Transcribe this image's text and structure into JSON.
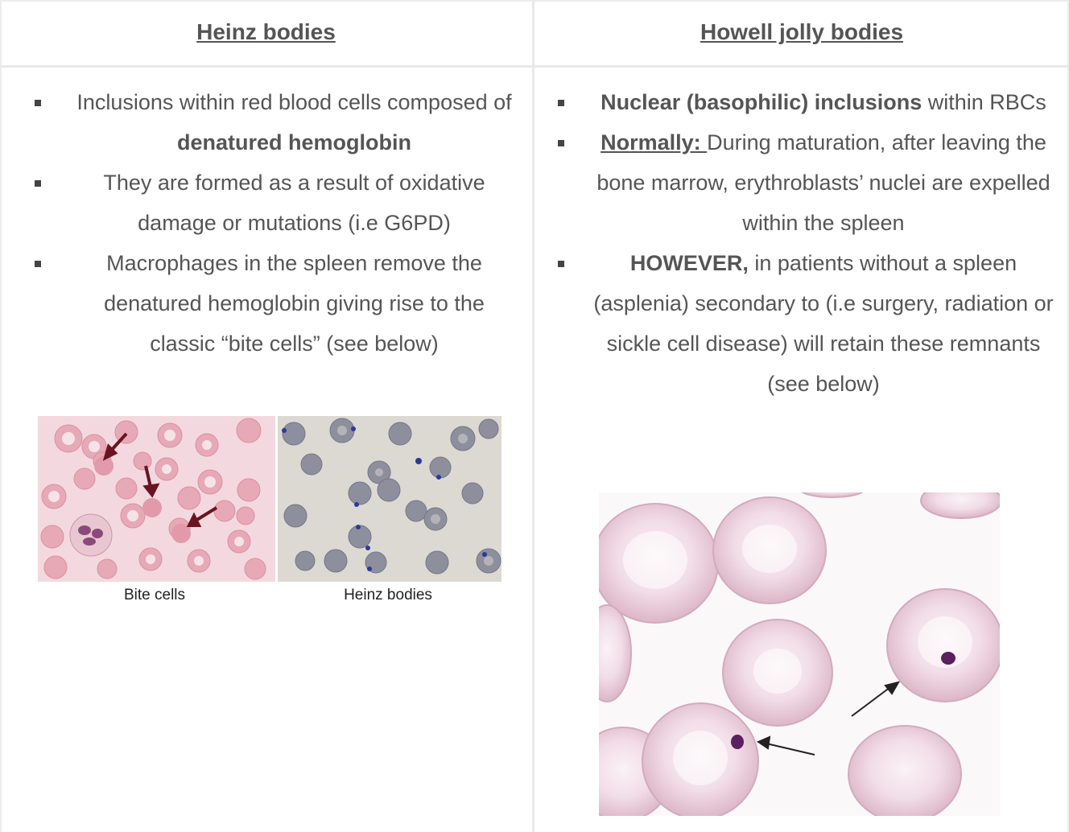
{
  "left_column": {
    "header": "Heinz bodies",
    "bullets": [
      {
        "pre": "Inclusions within red blood cells composed of ",
        "bold": "denatured hemoglobin",
        "post": ""
      },
      {
        "pre": "They are formed as a result of oxidative damage or mutations (i.e G6PD)",
        "bold": "",
        "post": ""
      },
      {
        "pre": "Macrophages in the spleen remove the denatured hemoglobin giving rise to the classic “bite cells” (see below)",
        "bold": "",
        "post": ""
      }
    ],
    "figure": {
      "caption_left": "Bite cells",
      "caption_right": "Heinz bodies"
    }
  },
  "right_column": {
    "header": "Howell jolly bodies",
    "bullets": [
      {
        "bold": "Nuclear (basophilic) inclusions",
        "text": " within RBCs"
      },
      {
        "underline_bold": "Normally: ",
        "text": "During maturation, after leaving the bone marrow, erythroblasts’ nuclei are expelled within the spleen"
      },
      {
        "bold": "HOWEVER,",
        "text": " in patients without a spleen (asplenia) secondary to (i.e surgery, radiation or sickle cell disease) will retain these remnants (see below)"
      }
    ]
  },
  "colors": {
    "text": "#555555",
    "border": "#e8e8e8",
    "rbc_pink": "#e9b2bd",
    "rbc_light": "#f7e4ec",
    "heinz_grey": "#8a8c9a",
    "inclusion": "#4a2060"
  }
}
